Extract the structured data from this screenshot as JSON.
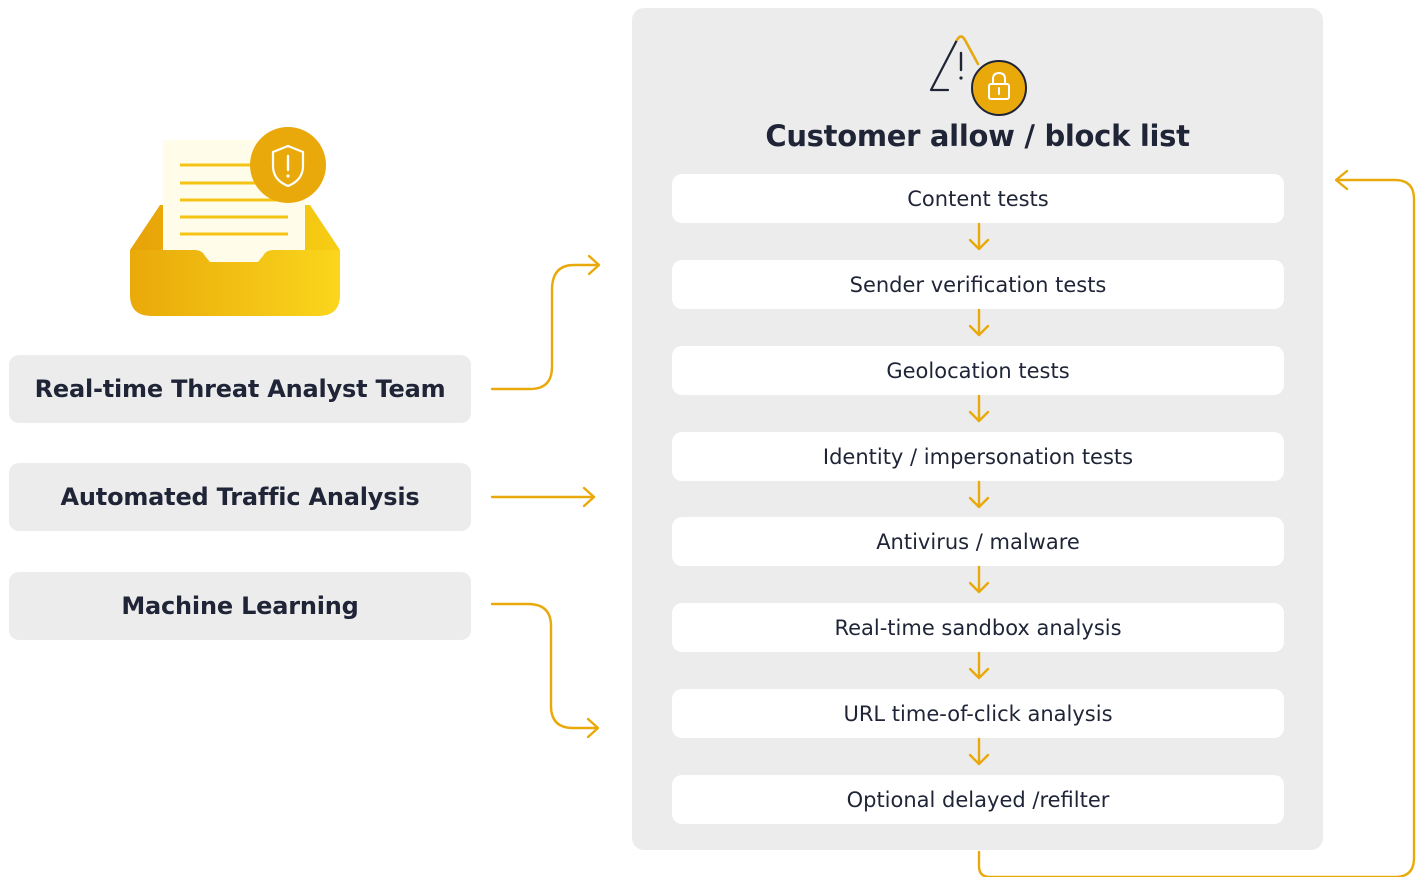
{
  "sources": [
    {
      "label": "Real-time Threat Analyst Team"
    },
    {
      "label": "Automated Traffic Analysis"
    },
    {
      "label": "Machine Learning"
    }
  ],
  "panel": {
    "title": "Customer allow / block list",
    "steps": [
      {
        "label": "Content tests"
      },
      {
        "label": "Sender verification tests"
      },
      {
        "label": "Geolocation tests"
      },
      {
        "label": "Identity / impersonation tests"
      },
      {
        "label": "Antivirus / malware"
      },
      {
        "label": "Real-time sandbox analysis"
      },
      {
        "label": "URL time-of-click analysis"
      },
      {
        "label": "Optional delayed /refilter"
      }
    ]
  },
  "icons": {
    "inbox": "inbox-tray-icon",
    "shield": "shield-alert-icon",
    "warning": "warning-triangle-icon",
    "lock": "padlock-icon",
    "arrow": "arrow-icon"
  },
  "colors": {
    "accent": "#E9A90A",
    "accent_light": "#F9D41A",
    "panel_bg": "#ECECEC",
    "box_bg": "#ECECEC",
    "text": "#1F2436"
  }
}
